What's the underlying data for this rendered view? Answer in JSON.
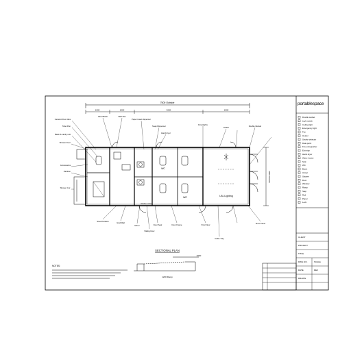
{
  "drawing": {
    "overall_dimension": "7500 Outside",
    "section_widths": [
      "1000",
      "1200",
      "3000",
      "1500"
    ],
    "depth_dimension": "3000 Outside",
    "plan_title": "SECTIONAL PLAN",
    "detail_dimension": "2000",
    "detail_caption": "1200 Ramp",
    "room_labels": {
      "wc_1": "WC",
      "wc_2": "WC",
      "main_area": "LBL Lighting",
      "kitchen": "Kitchen Area"
    },
    "callouts_left": [
      "Ceramic Floor tiles",
      "Toilet Pan",
      "Basin & vanity unit",
      "Shower Door",
      "Accessories",
      "Partition",
      "Shower Cur."
    ],
    "callouts_top": [
      "Hand Basin",
      "Wall tiles",
      "Paper towel dispenser",
      "Soap Dispenser",
      "Hand dryer",
      "Downlights",
      "Switch",
      "Double Glazed"
    ],
    "callouts_bottom": [
      "Steel Partition",
      "Grab Rail",
      "Mirror",
      "Sliding Door",
      "Door Seal",
      "Door Frame",
      "Vinyl Floor",
      "Cable Tray",
      "Floor Panel"
    ],
    "notes_heading": "NOTES:"
  },
  "title_block": {
    "brand": "portablespace",
    "legend_items": [
      "Double socket",
      "Light switch",
      "Ceiling light",
      "Emergency light",
      "Fan",
      "Heater",
      "Smoke detector",
      "Data point",
      "Fire extinguisher",
      "Exit sign",
      "Hand dryer",
      "Water heater",
      "Sink",
      "WC",
      "Basin",
      "Urinal",
      "Shower",
      "Door",
      "Window",
      "Ramp",
      "Step",
      "Rail",
      "Panel",
      "Lock"
    ],
    "client_label": "CLIENT",
    "project_label": "PROJECT",
    "title_label": "TITLE",
    "drawing_no_label": "DWG NO.",
    "scale_label": "SCALE",
    "date_label": "DATE",
    "rev_label": "REV",
    "drawn_label": "DRAWN"
  }
}
